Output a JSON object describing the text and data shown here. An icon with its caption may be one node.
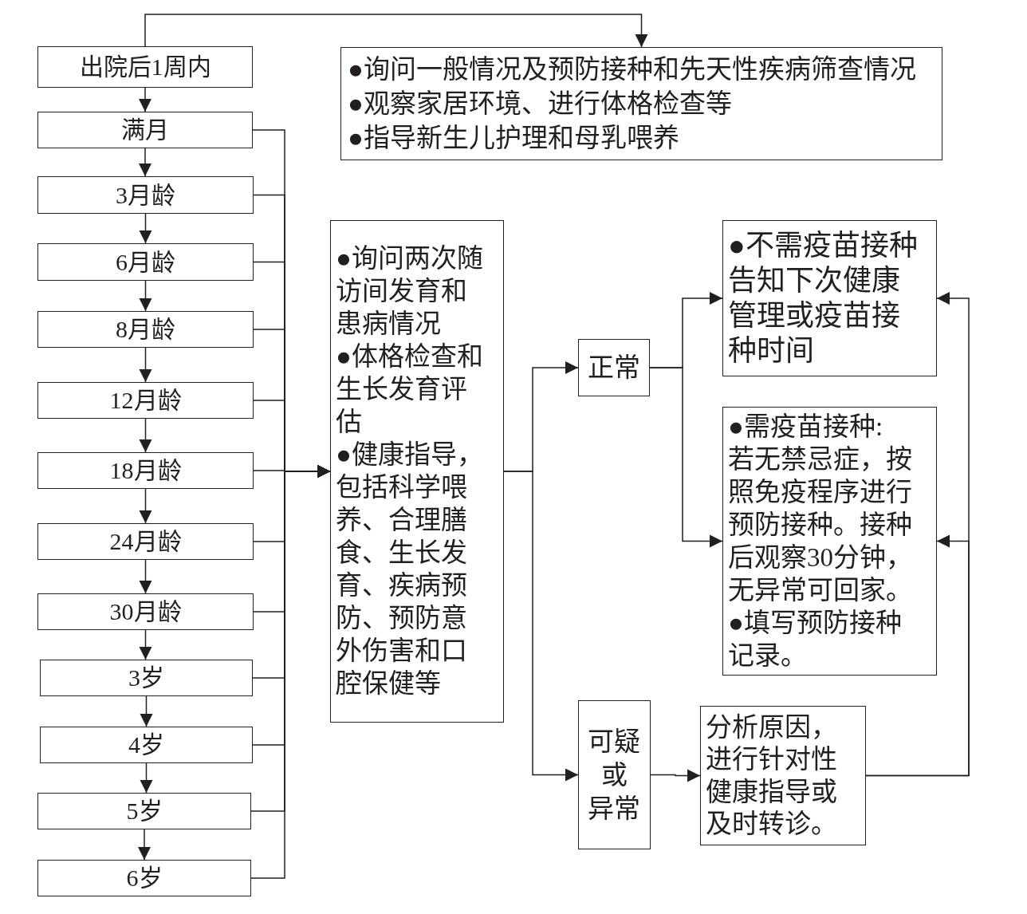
{
  "diagram": {
    "nodes": [
      {
        "text": [
          "出院后1周内"
        ]
      },
      {
        "text": [
          "满月"
        ]
      },
      {
        "text": [
          "3月龄"
        ]
      },
      {
        "text": [
          "6月龄"
        ]
      },
      {
        "text": [
          "8月龄"
        ]
      },
      {
        "text": [
          "12月龄"
        ]
      },
      {
        "text": [
          "18月龄"
        ]
      },
      {
        "text": [
          "24月龄"
        ]
      },
      {
        "text": [
          "30月龄"
        ]
      },
      {
        "text": [
          "3岁"
        ]
      },
      {
        "text": [
          "4岁"
        ]
      },
      {
        "text": [
          "5岁"
        ]
      },
      {
        "text": [
          "6岁"
        ]
      },
      {
        "text": [
          "●询问一般情况及预防接种和先天性疾病筛查情况",
          "●观察家居环境、进行体格检查等",
          "●指导新生儿护理和母乳喂养"
        ]
      },
      {
        "text": [
          "●询问两次随访间发育和患病情况",
          "●体格检查和生长发育评估",
          "●健康指导，包括科学喂养、合理膳食、生长发育、疾病预防、预防意外伤害和口腔保健等"
        ]
      },
      {
        "text": [
          "正常"
        ]
      },
      {
        "text": [
          "●不需疫苗接种",
          "告知下次健康管理或疫苗接种时间"
        ]
      },
      {
        "text": [
          "●需疫苗接种:",
          "若无禁忌症，按照免疫程序进行预防接种。接种后观察30分钟，无异常可回家。",
          "●填写预防接种记录。"
        ]
      },
      {
        "text": [
          "可疑或异常"
        ]
      },
      {
        "text": [
          "分析原因，进行针对性健康指导或及时转诊。"
        ]
      }
    ],
    "edges": [
      {
        "from": 0,
        "to": 1,
        "arrow": "to"
      },
      {
        "from": 1,
        "to": 2,
        "arrow": "to"
      },
      {
        "from": 2,
        "to": 3,
        "arrow": "to"
      },
      {
        "from": 3,
        "to": 4,
        "arrow": "to"
      },
      {
        "from": 4,
        "to": 5,
        "arrow": "to"
      },
      {
        "from": 5,
        "to": 6,
        "arrow": "to"
      },
      {
        "from": 6,
        "to": 7,
        "arrow": "to"
      },
      {
        "from": 7,
        "to": 8,
        "arrow": "to"
      },
      {
        "from": 8,
        "to": 9,
        "arrow": "to"
      },
      {
        "from": 9,
        "to": 10,
        "arrow": "to"
      },
      {
        "from": 10,
        "to": 11,
        "arrow": "to"
      },
      {
        "from": 11,
        "to": 12,
        "arrow": "to"
      },
      {
        "from": 0,
        "to": 13,
        "arrow": "to"
      },
      {
        "from": 1,
        "to": 14,
        "arrow": "to"
      },
      {
        "from": 2,
        "to": 14,
        "arrow": "to"
      },
      {
        "from": 3,
        "to": 14,
        "arrow": "to"
      },
      {
        "from": 4,
        "to": 14,
        "arrow": "to"
      },
      {
        "from": 5,
        "to": 14,
        "arrow": "to"
      },
      {
        "from": 6,
        "to": 14,
        "arrow": "to"
      },
      {
        "from": 7,
        "to": 14,
        "arrow": "to"
      },
      {
        "from": 8,
        "to": 14,
        "arrow": "to"
      },
      {
        "from": 9,
        "to": 14,
        "arrow": "to"
      },
      {
        "from": 10,
        "to": 14,
        "arrow": "to"
      },
      {
        "from": 11,
        "to": 14,
        "arrow": "to"
      },
      {
        "from": 12,
        "to": 14,
        "arrow": "to"
      },
      {
        "from": 14,
        "to": 15,
        "arrow": "to"
      },
      {
        "from": 14,
        "to": 18,
        "arrow": "to"
      },
      {
        "from": 15,
        "to": 16,
        "arrow": "to"
      },
      {
        "from": 15,
        "to": 17,
        "arrow": "to"
      },
      {
        "from": 18,
        "to": 19,
        "arrow": "to"
      },
      {
        "from": 19,
        "to": 16,
        "arrow": "to"
      },
      {
        "from": 19,
        "to": 17,
        "arrow": "to"
      }
    ]
  }
}
